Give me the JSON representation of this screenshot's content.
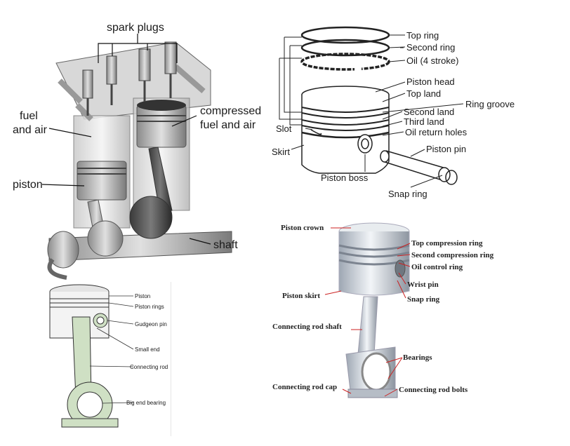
{
  "engine": {
    "spark_plugs": "spark plugs",
    "fuel_and_air_1": "fuel",
    "fuel_and_air_2": "and air",
    "compressed_1": "compressed",
    "compressed_2": "fuel and air",
    "piston": "piston",
    "shaft": "shaft"
  },
  "rings": {
    "top_ring": "Top ring",
    "second_ring": "Second ring",
    "oil": "Oil (4 stroke)",
    "piston_head": "Piston head",
    "top_land": "Top land",
    "ring_groove": "Ring groove",
    "second_land": "Second land",
    "third_land": "Third land",
    "oil_return_holes": "Oil return holes",
    "slot": "Slot",
    "skirt": "Skirt",
    "piston_pin": "Piston pin",
    "piston_boss": "Piston boss",
    "snap_ring": "Snap ring"
  },
  "rod": {
    "piston": "Piston",
    "piston_rings": "Piston rings",
    "gudgeon_pin": "Gudgeon pin",
    "small_end": "Small end",
    "connecting_rod": "Connecting rod",
    "big_end_bearing": "Big end bearing"
  },
  "assembly": {
    "piston_crown": "Piston crown",
    "top_compression_ring": "Top compression ring",
    "second_compression_ring": "Second compression ring",
    "oil_control_ring": "Oil control ring",
    "wrist_pin": "Wrist pin",
    "piston_skirt": "Piston skirt",
    "snap_ring": "Snap ring",
    "connecting_rod_shaft": "Connecting rod shaft",
    "bearings": "Bearings",
    "connecting_rod_cap": "Connecting rod cap",
    "connecting_rod_bolts": "Connecting rod bolts"
  }
}
